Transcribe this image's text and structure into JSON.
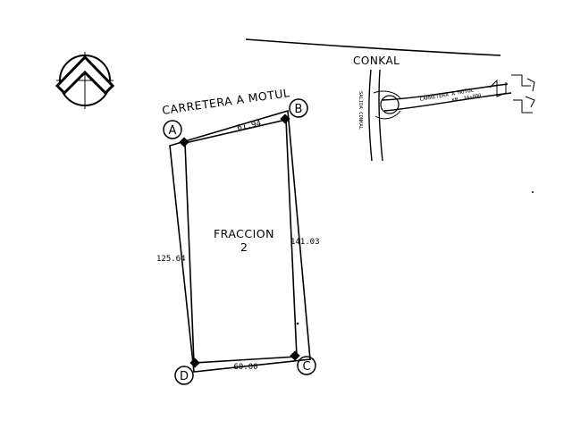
{
  "road_label": "CARRETERA A MOTUL",
  "parcel": {
    "name": "FRACCION",
    "number": "2",
    "corners": {
      "a": "A",
      "b": "B",
      "c": "C",
      "d": "D"
    },
    "sides": {
      "ab": "61.94",
      "bc": "141.03",
      "cd": "60.00",
      "da": "125.64"
    }
  },
  "location_map": {
    "town": "CONKAL",
    "road_label": "CARRETERA A MOTUL",
    "km_label": "KM. 14+000",
    "side_road_label": "SALIDA CONKAL"
  },
  "icons": {
    "north_arrow": "north-arrow-icon"
  },
  "colors": {
    "ink": "#000000",
    "paper": "#ffffff"
  }
}
